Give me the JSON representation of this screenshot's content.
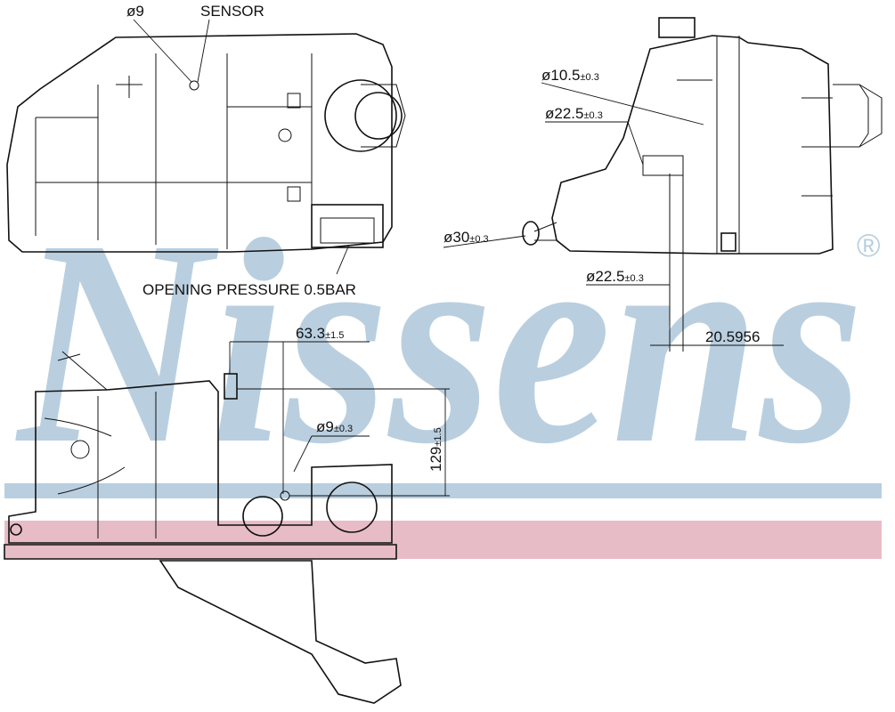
{
  "watermark": {
    "brand": "Nissens",
    "registered": "®",
    "color": "#b9cfe0"
  },
  "bands": {
    "blue": "#b9cfe0",
    "pink": "#e8bcc6"
  },
  "top_left_view": {
    "hole_label": "ø9",
    "sensor_label": "SENSOR",
    "pressure_note": "OPENING PRESSURE 0.5BAR"
  },
  "side_view": {
    "d1": {
      "value": "ø10.5",
      "tol": "±0.3"
    },
    "d2": {
      "value": "ø22.5",
      "tol": "±0.3"
    },
    "d3": {
      "value": "ø30",
      "tol": "±0.3"
    },
    "d4": {
      "value": "ø22.5",
      "tol": "±0.3"
    },
    "offset": "20.5956"
  },
  "front_view": {
    "width": {
      "value": "63.3",
      "tol": "±1.5"
    },
    "hole": {
      "value": "ø9",
      "tol": "±0.3"
    },
    "height": {
      "value": "129",
      "tol": "±1.5"
    }
  }
}
